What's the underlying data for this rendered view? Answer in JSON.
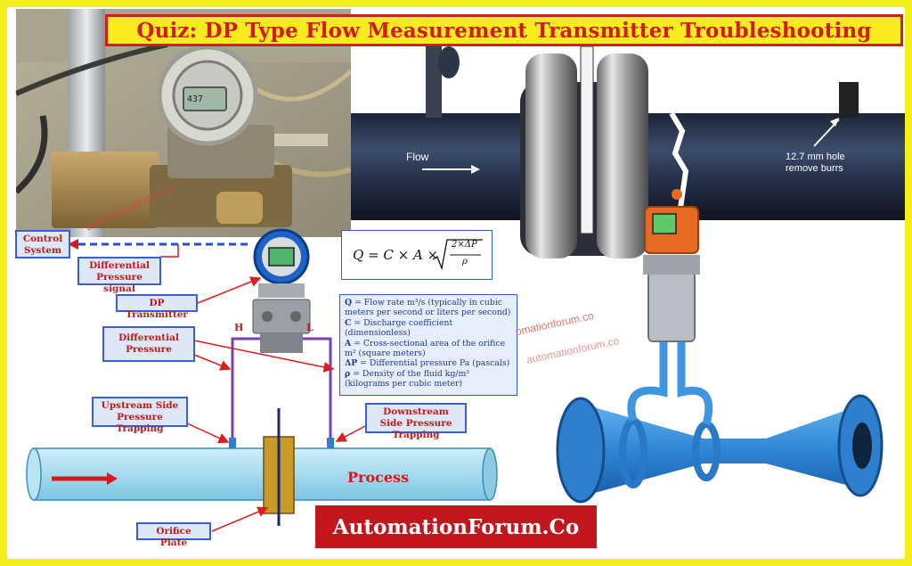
{
  "title": "Quiz: DP Type Flow Measurement Transmitter Troubleshooting",
  "labels": {
    "control_system": "Control System",
    "dp_signal": "Differential Pressure signal",
    "dp_transmitter": "DP Transmitter",
    "differential_pressure": "Differential Pressure",
    "upstream": "Upstream Side Pressure Trapping",
    "downstream": "Downstream Side Pressure Trapping",
    "orifice_plate": "Orifice Plate",
    "high_side": "H",
    "low_side": "L",
    "process": "Process"
  },
  "formula": {
    "lhs": "Q = C × A ×",
    "numerator": "2×ΔP",
    "denominator": "ρ"
  },
  "legend": [
    {
      "symbol": "Q",
      "text": " = Flow rate m³/s (typically in cubic meters per second or liters per second)"
    },
    {
      "symbol": "C",
      "text": " = Discharge coefficient (dimensionless)"
    },
    {
      "symbol": "A",
      "text": " = Cross-sectional area of the orifice m² (square meters)"
    },
    {
      "symbol": "ΔP",
      "text": " = Differential pressure Pa (pascals)"
    },
    {
      "symbol": "ρ",
      "text": " = Density of the fluid kg/m³ (kilograms per cubic meter)"
    }
  ],
  "photo_right": {
    "flow_label": "Flow",
    "hole_note_line1": "12.7 mm hole",
    "hole_note_line2": "remove burrs"
  },
  "photo_left": {
    "display_value": "437"
  },
  "watermarks": {
    "left": "automationforum.co",
    "right_line1": "omationforum.co",
    "right_line2": "automationforum.co"
  },
  "brand": "AutomationForum.Co",
  "colors": {
    "frame": "#f4ef1a",
    "title_text": "#d41a1a",
    "label_fill": "#dde7f6",
    "label_border": "#3a5fcf",
    "impulse_line": "#7b3fb0",
    "pipe": "#a9dbef",
    "orifice": "#c79a2a",
    "brand_fill": "#c0161c"
  }
}
